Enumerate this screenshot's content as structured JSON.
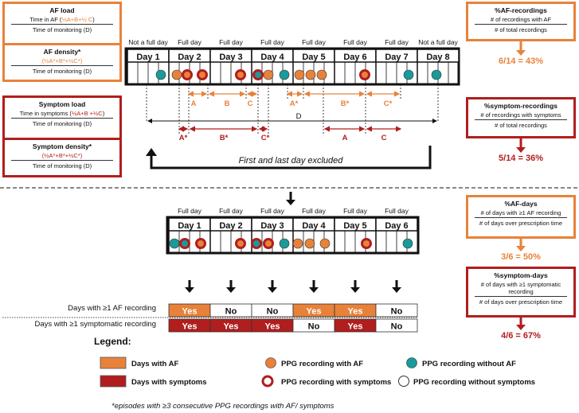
{
  "af_load": {
    "title": "AF load",
    "numerator_prefix": "Time in AF (",
    "numerator_formula": "½A+B+½ C",
    "numerator_suffix": ")",
    "denominator": "Time of monitoring (D)"
  },
  "af_density": {
    "title": "AF density*",
    "numerator_formula": "(½A*+B*+½C*)",
    "denominator": "Time of monitoring (D)"
  },
  "symptom_load": {
    "title": "Symptom load",
    "numerator_prefix": "Time in symptoms (",
    "numerator_formula": "½A+B +½C",
    "numerator_suffix": ")",
    "denominator": "Time of monitoring (D)"
  },
  "symptom_density": {
    "title": "Symptom density*",
    "numerator_formula": "(½A*+B*+½C*)",
    "denominator": "Time of monitoring (D)"
  },
  "af_recordings": {
    "title": "%AF-recordings",
    "numerator": "# of recordings with AF",
    "denominator": "# of total recordings",
    "result": "6/14 = 43%"
  },
  "symptom_recordings": {
    "title": "%symptom-recordings",
    "numerator": "# of recordings with symptoms",
    "denominator": "# of total recordings",
    "result": "5/14 = 36%"
  },
  "af_days": {
    "title": "%AF-days",
    "numerator": "# of days with ≥1 AF recording",
    "denominator": "# of days over prescription time",
    "result": "3/6 = 50%"
  },
  "symptom_days": {
    "title": "%symptom-days",
    "numerator_line1": "# of days with ≥1 symptomatic",
    "numerator_line2": "recording",
    "denominator": "# of days over prescription time",
    "result": "4/6 = 67%"
  },
  "top_timeline": {
    "day_types": [
      "Not a full day",
      "Full day",
      "Full day",
      "Full day",
      "Full day",
      "Full day",
      "Full day",
      "Not a full day"
    ],
    "days": [
      "Day 1",
      "Day 2",
      "Day 3",
      "Day 4",
      "Day 5",
      "Day 6",
      "Day 7",
      "Day 8"
    ],
    "af_segments": [
      "A",
      "B",
      "C",
      "A*",
      "B*",
      "C*"
    ],
    "d_label": "D",
    "symptom_segments": [
      "A*",
      "B*",
      "C*",
      "A",
      "C"
    ],
    "excluded_note": "First and last day excluded"
  },
  "bottom_timeline": {
    "day_types": [
      "Full day",
      "Full day",
      "Full day",
      "Full day",
      "Full day",
      "Full day"
    ],
    "days": [
      "Day 1",
      "Day 2",
      "Day 3",
      "Day 4",
      "Day 5",
      "Day 6"
    ],
    "row_af_label": "Days with ≥1 AF recording",
    "row_sym_label": "Days with ≥1 symptomatic recording",
    "af_row": [
      "Yes",
      "No",
      "No",
      "Yes",
      "Yes",
      "No"
    ],
    "sym_row": [
      "Yes",
      "Yes",
      "Yes",
      "No",
      "Yes",
      "No"
    ]
  },
  "legend": {
    "title": "Legend:",
    "days_af": "Days with AF",
    "days_sym": "Days with symptoms",
    "ppg_af": "PPG recording with AF",
    "ppg_sym": "PPG recording with symptoms",
    "ppg_no_af": "PPG recording without AF",
    "ppg_no_sym": "PPG recording without symptoms"
  },
  "footnote": "*episodes with ≥3 consecutive PPG recordings with AF/ symptoms",
  "colors": {
    "orange": "#E8823A",
    "red": "#B01E1E",
    "teal": "#1A9A9A"
  }
}
